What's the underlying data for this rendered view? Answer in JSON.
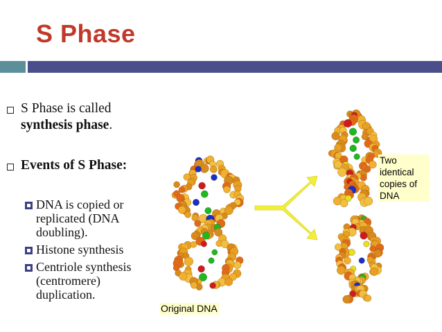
{
  "slide": {
    "title": "S Phase",
    "bullets": [
      {
        "line1": "S Phase is called",
        "line2_bold": "synthesis phase",
        "line2_tail": "."
      },
      {
        "heading": "Events of S Phase:"
      }
    ],
    "sub_bullets": [
      {
        "lines": [
          "DNA is copied or",
          "replicated (DNA",
          "doubling)."
        ]
      },
      {
        "lines": [
          "Histone synthesis"
        ]
      },
      {
        "lines": [
          "Centriole synthesis",
          "(centromere)",
          "duplication."
        ]
      }
    ]
  },
  "figure": {
    "original_label": "Original DNA",
    "copies_label_lines": [
      "Two",
      "identical",
      "copies of",
      "DNA"
    ]
  },
  "colors": {
    "title": "#c0392b",
    "accent_bar_left": "#5b8f9a",
    "accent_bar_right": "#4a4f8c",
    "arrow": "#f2ef3a",
    "label_bg": "#ffffcc"
  }
}
